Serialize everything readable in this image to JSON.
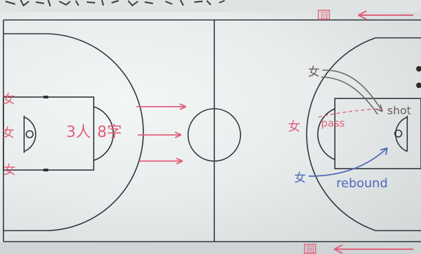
{
  "board": {
    "top_note": "",
    "top_right_label": "回",
    "bottom_right_label": "回"
  },
  "left_side": {
    "markers": [
      "女",
      "女",
      "女"
    ],
    "note_people": "3人",
    "note_text": "8字"
  },
  "right_side": {
    "marker": "女",
    "player_top": "女",
    "player_bottom": "女",
    "pass_label": "pass",
    "shot_label": "shot",
    "rebound_label": "rebound"
  },
  "colors": {
    "court_lines": "#2f3437",
    "red_ink": "#e0607a",
    "blue_ink": "#4f69b8",
    "board_bg": "#eef1f1"
  }
}
